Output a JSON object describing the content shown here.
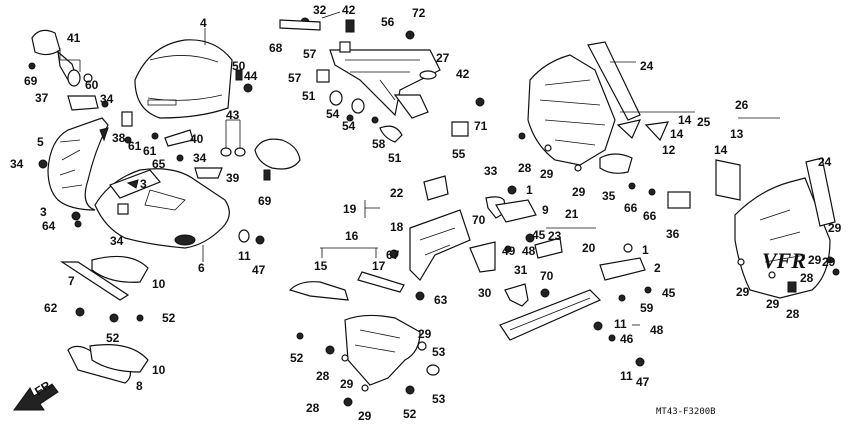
{
  "diagram": {
    "drawing_code": "MT43-F3200B",
    "direction_label": "FR.",
    "part_numbers": [
      "1",
      "2",
      "3",
      "4",
      "5",
      "6",
      "7",
      "8",
      "9",
      "10",
      "11",
      "12",
      "13",
      "14",
      "15",
      "16",
      "17",
      "18",
      "19",
      "20",
      "21",
      "22",
      "23",
      "24",
      "25",
      "26",
      "27",
      "28",
      "29",
      "30",
      "31",
      "32",
      "33",
      "34",
      "35",
      "36",
      "37",
      "38",
      "39",
      "40",
      "41",
      "42",
      "43",
      "44",
      "45",
      "46",
      "47",
      "48",
      "49",
      "50",
      "51",
      "52",
      "53",
      "54",
      "55",
      "56",
      "57",
      "58",
      "59",
      "60",
      "61",
      "62",
      "63",
      "64",
      "65",
      "66",
      "67",
      "68",
      "69",
      "70",
      "71",
      "72"
    ]
  }
}
